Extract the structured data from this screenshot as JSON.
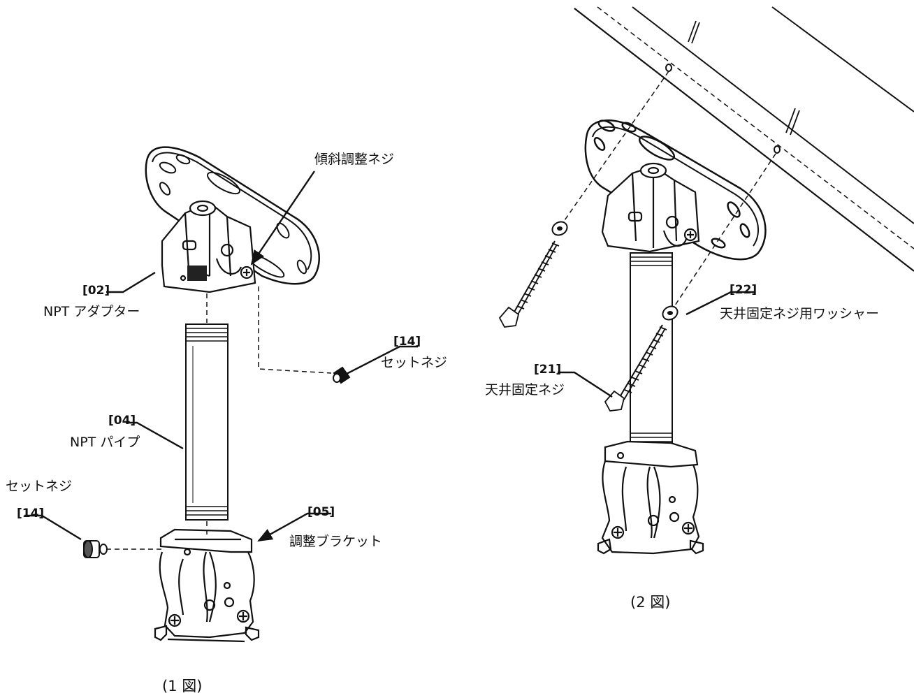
{
  "figure1": {
    "caption": "(1 図)",
    "callouts": {
      "tilt_screw": {
        "label": "傾斜調整ネジ"
      },
      "p02": {
        "number": "[02]",
        "label": "NPT アダプター"
      },
      "p14_top": {
        "number": "[14]",
        "label": "セットネジ"
      },
      "p04": {
        "number": "[04]",
        "label": "NPT パイプ"
      },
      "p14_left": {
        "number": "[14]",
        "label": "セットネジ"
      },
      "p05": {
        "number": "[05]",
        "label": "調整ブラケット"
      }
    }
  },
  "figure2": {
    "caption": "(2 図)",
    "callouts": {
      "p22": {
        "number": "[22]",
        "label": "天井固定ネジ用ワッシャー"
      },
      "p21": {
        "number": "[21]",
        "label": "天井固定ネジ"
      }
    }
  }
}
